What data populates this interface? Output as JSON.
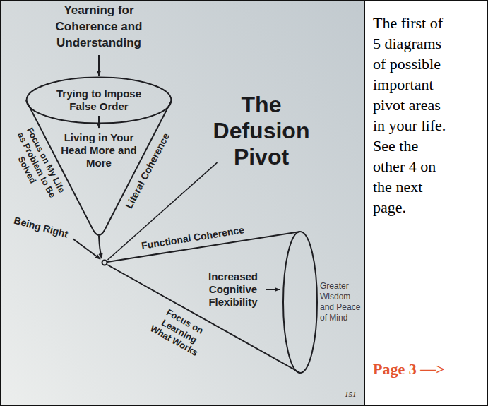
{
  "diagram": {
    "title": "The Defusion Pivot",
    "caption": "The first of 5 diagrams of possible important pivot areas in your life. See the other 4 on the next page.",
    "nodes": [
      {
        "text": [
          "Living in Your Head More and More"
        ]
      },
      {
        "text": [
          "Trying to Impose False Order"
        ],
        "in": 0
      },
      {
        "text": [
          "Increased Cognitive Flexibility"
        ]
      }
    ],
    "edges": [
      {
        "from": 0,
        "to": 2,
        "arrow": "to"
      }
    ],
    "labels": [
      "Yearning for Coherence and Understanding",
      "Focus on My Life as Problem to Be Solved",
      "Literal Coherence",
      "Being Right",
      "Functional Coherence",
      "Focus on Learning What Works",
      "Greater Wisdom and Peace of Mind",
      "151",
      "Page 3 —>"
    ]
  }
}
